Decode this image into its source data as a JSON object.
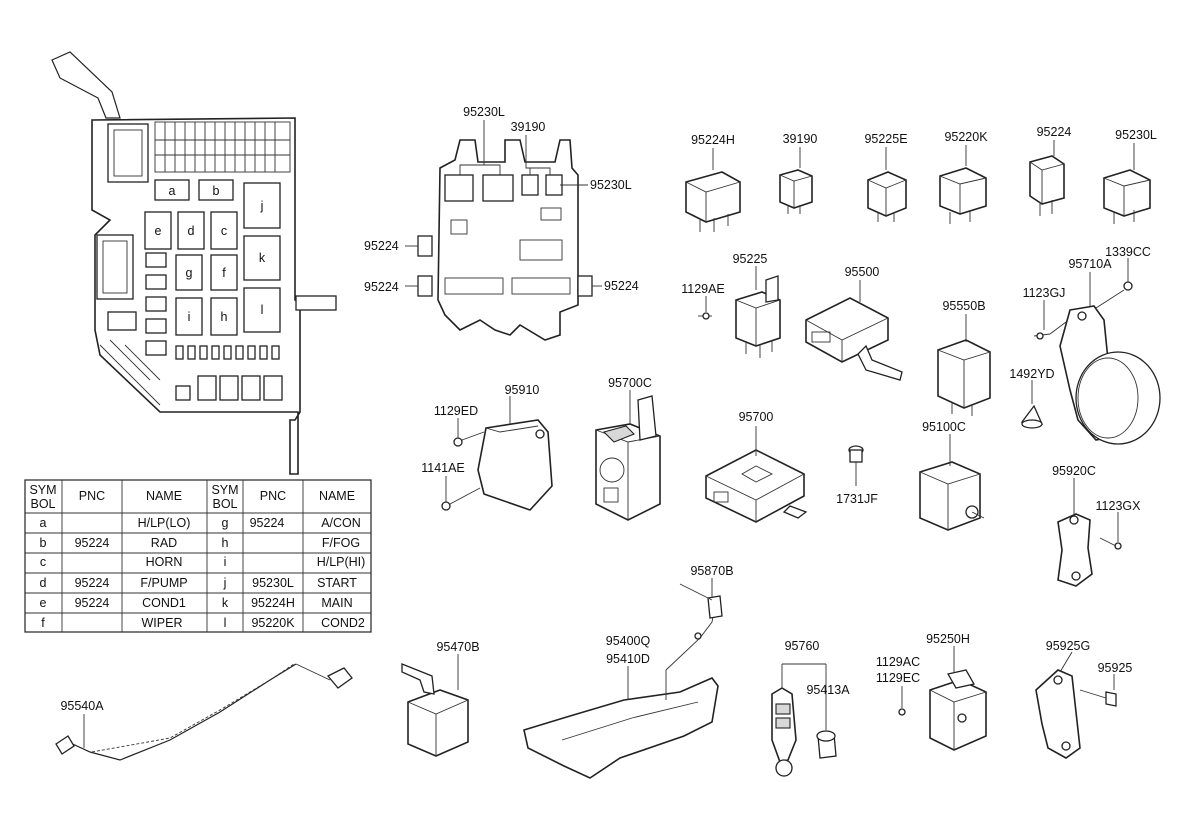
{
  "fuse_box_letters": [
    "a",
    "b",
    "c",
    "d",
    "e",
    "f",
    "g",
    "h",
    "i",
    "j",
    "k",
    "l"
  ],
  "parts": {
    "p95230L_top": "95230L",
    "p39190_top": "39190",
    "p95230L_right": "95230L",
    "p95224_left1": "95224",
    "p95224_left2": "95224",
    "p95224_right": "95224",
    "p95224H": "95224H",
    "p39190": "39190",
    "p95225E": "95225E",
    "p95220K": "95220K",
    "p95224": "95224",
    "p95230L": "95230L",
    "p95225": "95225",
    "p95500": "95500",
    "p1129AE": "1129AE",
    "p95550B": "95550B",
    "p95710A": "95710A",
    "p1339CC": "1339CC",
    "p1123GJ": "1123GJ",
    "p1492YD": "1492YD",
    "p95910": "95910",
    "p1129ED": "1129ED",
    "p1141AE": "1141AE",
    "p95700C": "95700C",
    "p95700": "95700",
    "p1731JF": "1731JF",
    "p95100C": "95100C",
    "p95920C": "95920C",
    "p1123GX": "1123GX",
    "p95870B": "95870B",
    "p95400Q": "95400Q",
    "p95410D": "95410D",
    "p95470B": "95470B",
    "p95540A": "95540A",
    "p95760": "95760",
    "p95413A": "95413A",
    "p1129AC": "1129AC",
    "p1129EC": "1129EC",
    "p95250H": "95250H",
    "p95925G": "95925G",
    "p95925": "95925"
  },
  "table": {
    "headers": [
      {
        "l1": "SYM",
        "l2": "BOL"
      },
      {
        "l1": "PNC",
        "l2": ""
      },
      {
        "l1": "NAME",
        "l2": ""
      },
      {
        "l1": "SYM",
        "l2": "BOL"
      },
      {
        "l1": "PNC",
        "l2": ""
      },
      {
        "l1": "NAME",
        "l2": ""
      }
    ],
    "rows": [
      [
        "a",
        "",
        "H/LP(LO)",
        "g",
        "95224",
        "A/CON"
      ],
      [
        "b",
        "95224",
        "RAD",
        "h",
        "",
        "F/FOG"
      ],
      [
        "c",
        "",
        "HORN",
        "i",
        "",
        "H/LP(HI)"
      ],
      [
        "d",
        "95224",
        "F/PUMP",
        "j",
        "95230L",
        "START"
      ],
      [
        "e",
        "95224",
        "COND1",
        "k",
        "95224H",
        "MAIN"
      ],
      [
        "f",
        "",
        "WIPER",
        "l",
        "95220K",
        "COND2"
      ]
    ]
  }
}
